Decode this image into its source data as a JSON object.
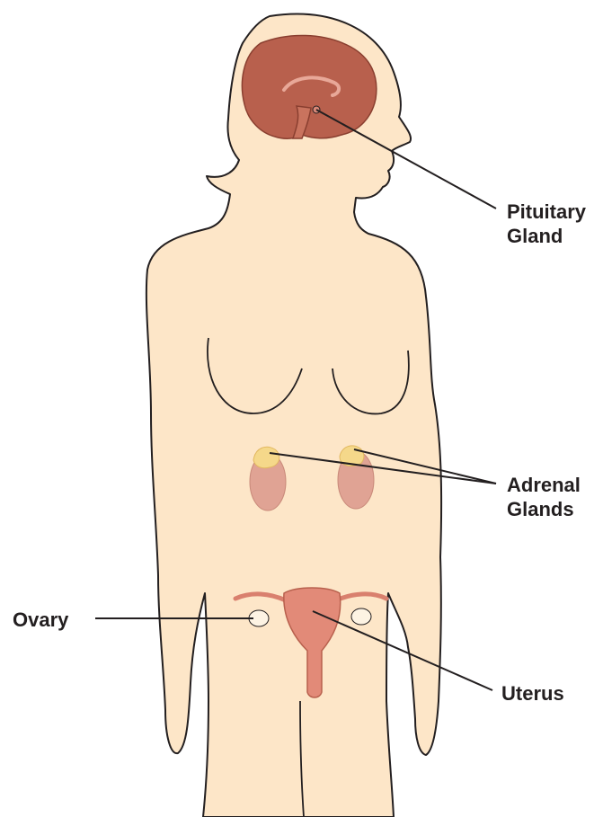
{
  "labels": {
    "pituitary": {
      "line1": "Pituitary",
      "line2": "Gland"
    },
    "adrenal": {
      "line1": "Adrenal",
      "line2": "Glands"
    },
    "ovary": "Ovary",
    "uterus": "Uterus"
  },
  "colors": {
    "skin": "#fde6c8",
    "outline": "#231f20",
    "brain": "#b8604d",
    "brain_light": "#e8a898",
    "kidney": "#e0a394",
    "adrenal": "#f5d88a",
    "uterus": "#e28a78",
    "ovary": "#fdf3e3",
    "leader_line": "#231f20"
  }
}
